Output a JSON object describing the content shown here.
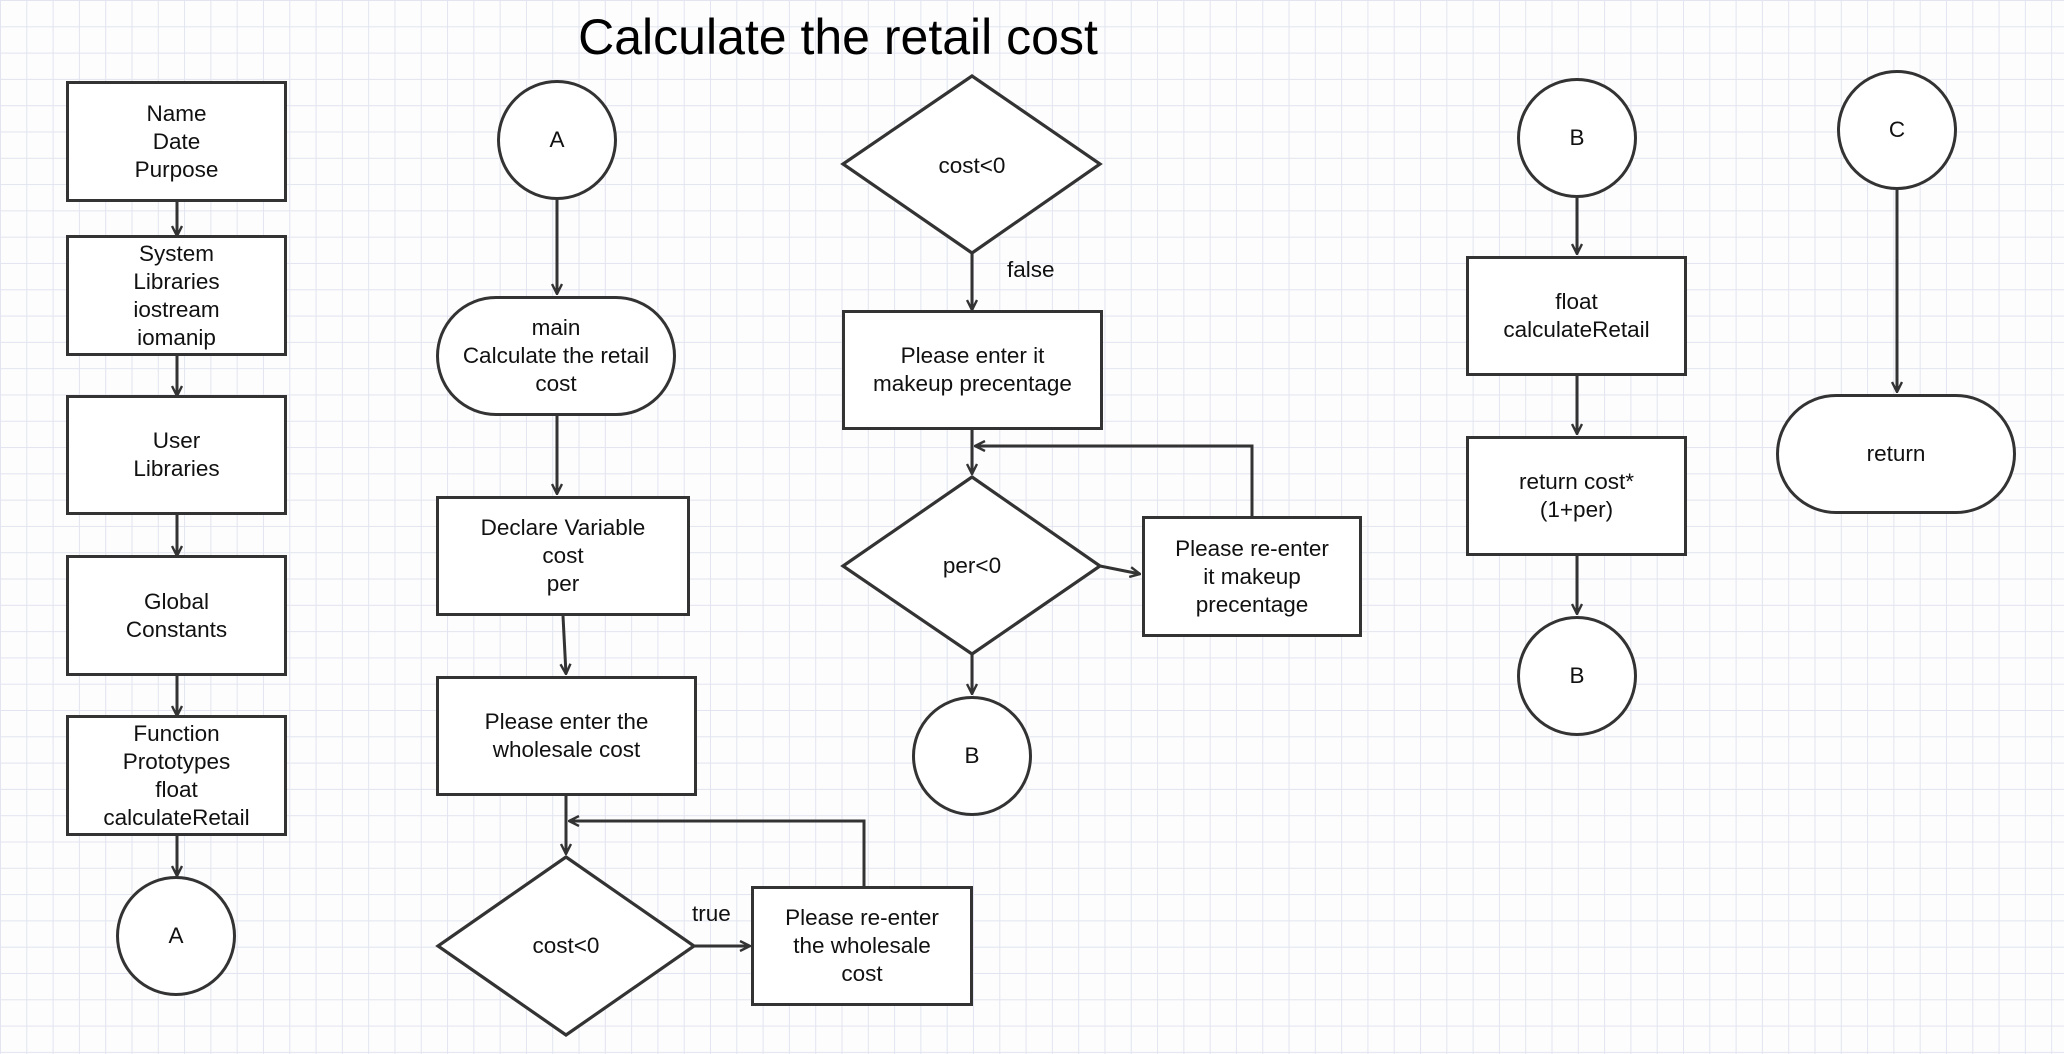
{
  "title": "Calculate the retail cost",
  "nodes": {
    "header_info": "Name\nDate\nPurpose",
    "system_libraries": "System\nLibraries\niostream\niomanip",
    "user_libraries": "User\nLibraries",
    "global_constants": "Global\nConstants",
    "function_prototypes": "Function\nPrototypes\nfloat\ncalculateRetail",
    "connector_a_left": "A",
    "connector_a_main": "A",
    "main_start": "main\nCalculate the retail\ncost",
    "declare_variables": "Declare Variable\ncost\nper",
    "enter_wholesale": "Please enter the\nwholesale cost",
    "reenter_wholesale": "Please re-enter\nthe wholesale\ncost",
    "enter_markup": "Please enter it\nmakeup precentage",
    "reenter_markup": "Please re-enter\nit makeup\nprecentage",
    "connector_b_mid": "B",
    "connector_b_top": "B",
    "calculate_retail_func": "float\ncalculateRetail",
    "return_expression": "return cost*\n(1+per)",
    "connector_b_bottom": "B",
    "connector_c": "C",
    "return_terminal": "return"
  },
  "decisions": {
    "cost_check_bottom": "cost<0",
    "cost_check_top": "cost<0",
    "per_check": "per<0"
  },
  "edge_labels": {
    "true_label": "true",
    "false_label": "false"
  },
  "colors": {
    "stroke": "#333333",
    "fill": "#ffffff",
    "grid": "#e2e4ef",
    "text": "#111111"
  }
}
